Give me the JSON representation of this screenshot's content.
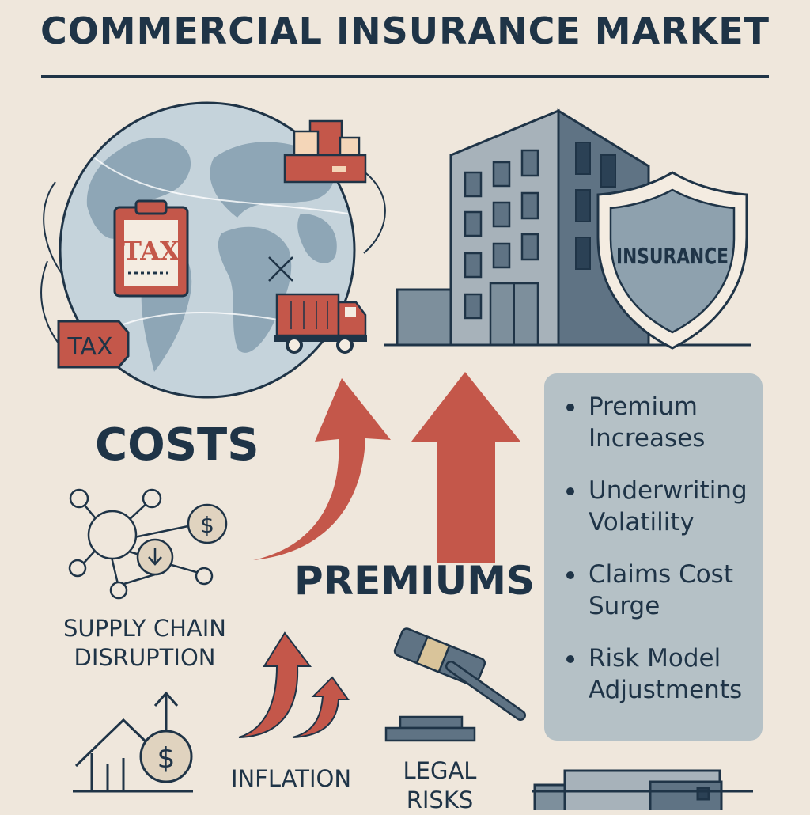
{
  "title": "COMMERCIAL INSURANCE MARKET",
  "globe": {
    "tax_clipboard": "TAX",
    "tax_tag": "TAX"
  },
  "building": {
    "shield_label": "INSURANCE"
  },
  "labels": {
    "costs": "COSTS",
    "premiums": "PREMIUMS",
    "supply_chain_line1": "SUPPLY CHAIN",
    "supply_chain_line2": "DISRUPTION",
    "inflation": "INFLATION",
    "legal_line1": "LEGAL",
    "legal_line2": "RISKS"
  },
  "impacts": [
    {
      "label": "Premium Increases"
    },
    {
      "label": "Underwriting Volatility"
    },
    {
      "label": "Claims Cost Surge"
    },
    {
      "label": "Risk Model Adjustments"
    }
  ],
  "colors": {
    "navy": "#1f3447",
    "red": "#c4574a",
    "panel": "#b5c1c6",
    "background": "#efe7dc"
  }
}
